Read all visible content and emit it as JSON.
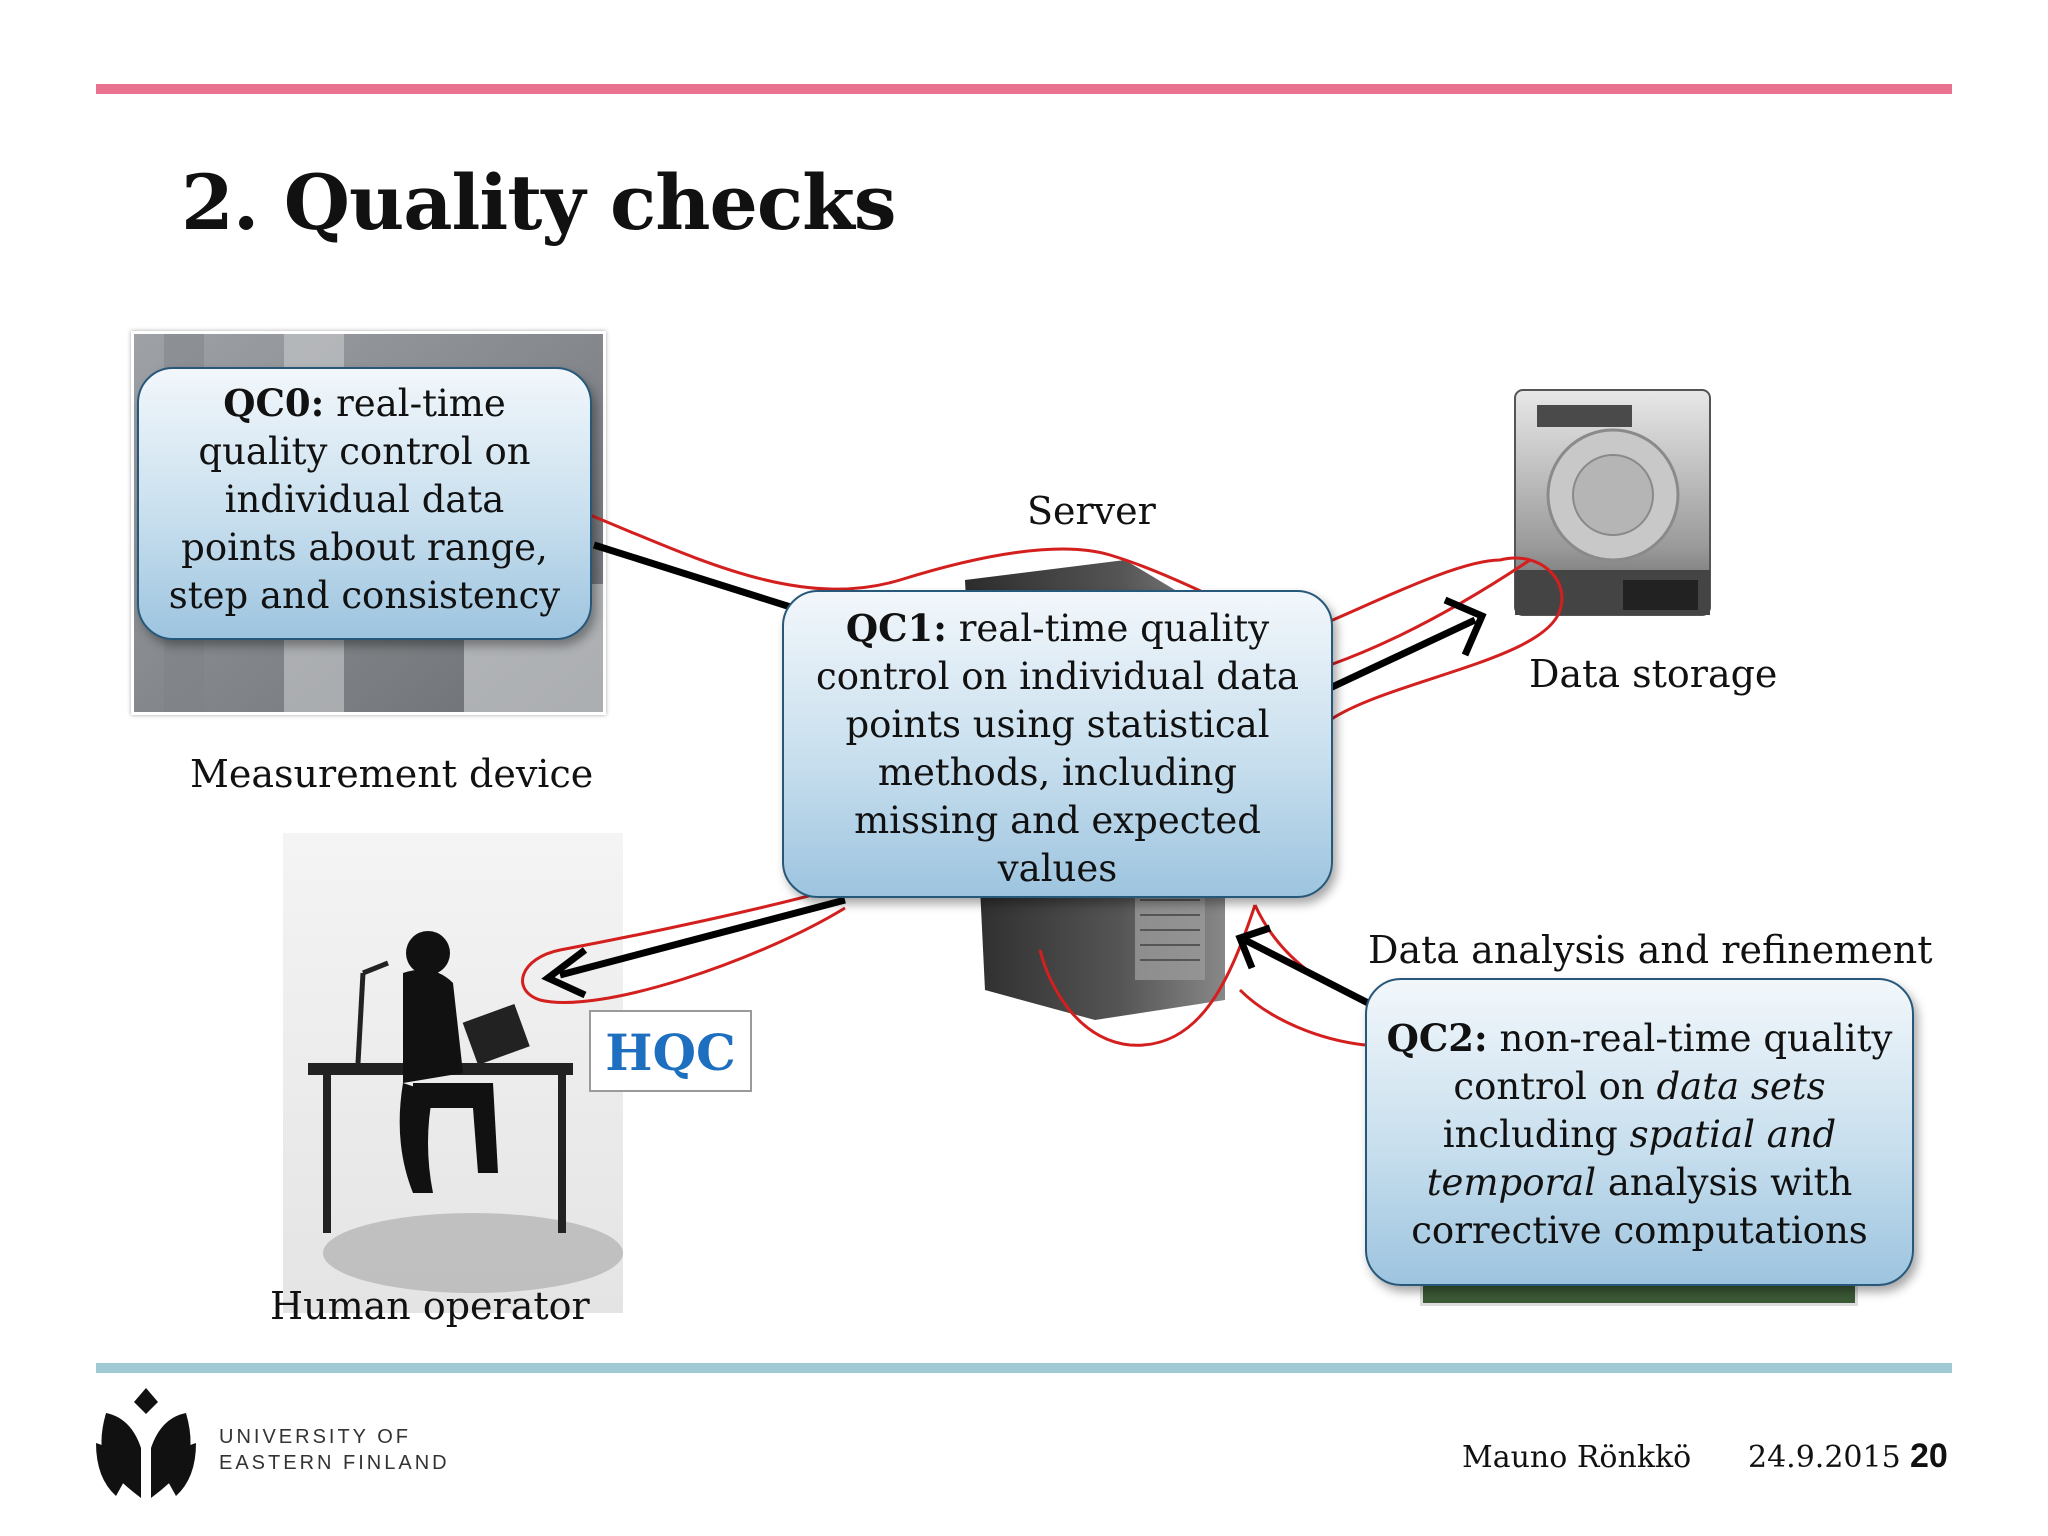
{
  "slide": {
    "title": "2. Quality checks",
    "accent_top": "#e8728f",
    "accent_bottom": "#9fcad4"
  },
  "labels": {
    "measurement_device": "Measurement device",
    "server": "Server",
    "data_storage": "Data storage",
    "human_operator": "Human operator",
    "data_analysis": "Data analysis and refinement",
    "hqc": "HQC"
  },
  "qc0": {
    "head": "QC0:",
    "line1": " real-time",
    "line2": "quality control on",
    "line3": "individual data",
    "line4": "points about range,",
    "line5": "step and consistency"
  },
  "qc1": {
    "head": "QC1:",
    "line1": " real-time quality",
    "line2": "control on individual data",
    "line3": "points using statistical",
    "line4": "methods, including",
    "line5": "missing and expected",
    "line6": "values"
  },
  "qc2": {
    "head": "QC2:",
    "line1": " non-real-time quality",
    "line2a": "control on ",
    "line2b": "data sets",
    "line3a": "including ",
    "line3b": "spatial and",
    "line4a": "temporal",
    "line4b": " analysis with",
    "line5": "corrective computations"
  },
  "footer": {
    "university_line1": "UNIVERSITY OF",
    "university_line2": "EASTERN FINLAND",
    "author": "Mauno Rönkkö",
    "date": "24.9.2015",
    "page": "20"
  },
  "icons": [
    "university-logo-icon",
    "hard-drive-icon",
    "server-tower-icon",
    "person-at-desk-icon"
  ]
}
